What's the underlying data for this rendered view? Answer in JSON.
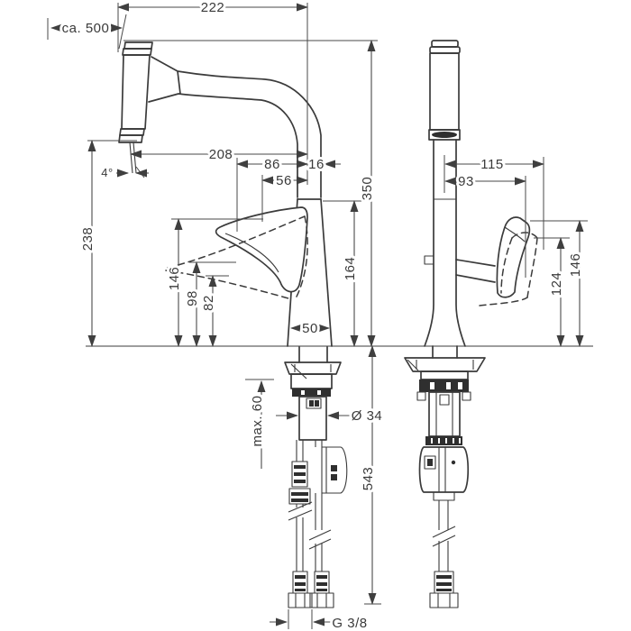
{
  "drawing": {
    "description": "Kitchen faucet technical dimension drawing, side view and front view",
    "line_color": "#3b3b3b",
    "dim_color": "#4a4a4a"
  },
  "dims": {
    "width": "222",
    "hose": "ca. 500",
    "reach": "208",
    "r86": "86",
    "r16": "16",
    "r56": "56",
    "angle": "4°",
    "h350": "350",
    "h238": "238",
    "h146l": "146",
    "h98": "98",
    "h82": "82",
    "h164": "164",
    "base50": "50",
    "f115": "115",
    "f93": "93",
    "h124": "124",
    "h146r": "146",
    "dia": "Ø 34",
    "counter": "max. 60",
    "under": "543",
    "thread": "G 3/8"
  }
}
